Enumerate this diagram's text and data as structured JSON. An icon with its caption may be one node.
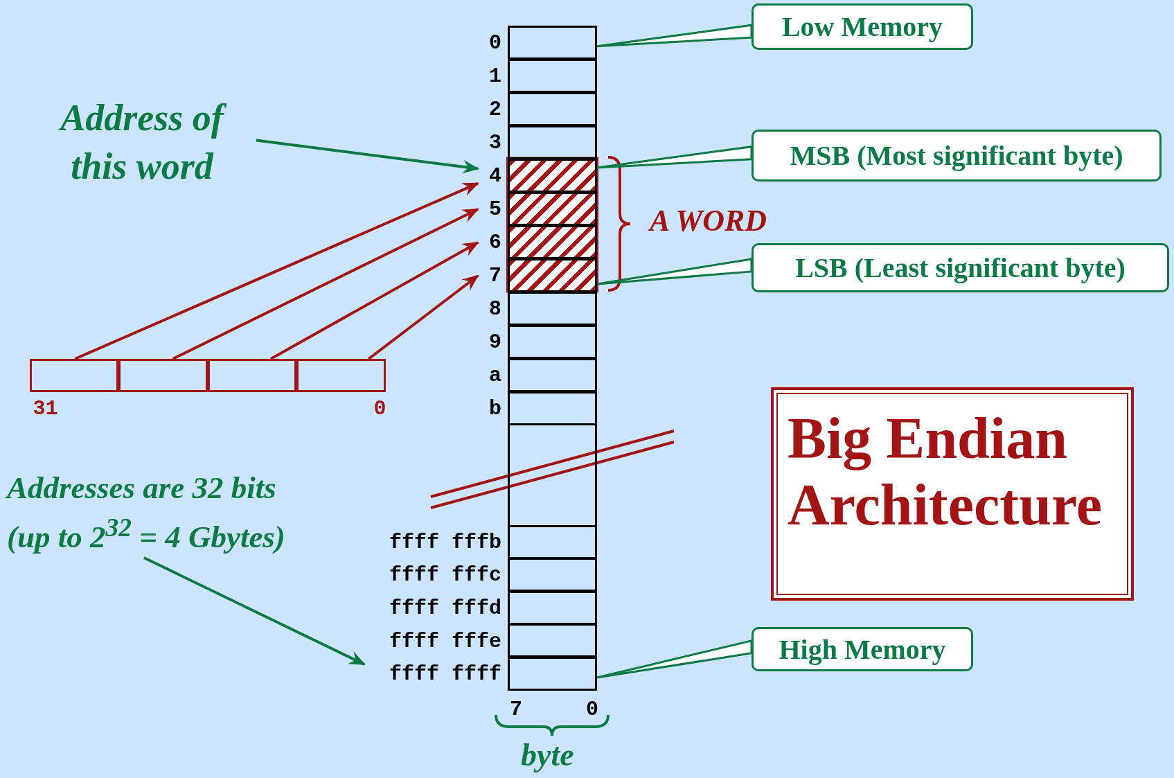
{
  "diagram": {
    "nodes": [
      {
        "text": [
          "Address of this word"
        ]
      },
      {
        "text": [
          "Low Memory"
        ]
      },
      {
        "text": [],
        "shape": "box",
        "beside": [
          "0"
        ]
      },
      {
        "text": [],
        "shape": "box",
        "beside": [
          "1"
        ]
      },
      {
        "text": [],
        "shape": "box",
        "beside": [
          "2"
        ]
      },
      {
        "text": [],
        "shape": "box",
        "beside": [
          "3"
        ]
      },
      {
        "text": [],
        "shape": "box",
        "beside": [
          "4"
        ]
      },
      {
        "text": [],
        "shape": "box",
        "beside": [
          "5"
        ]
      },
      {
        "text": [],
        "shape": "box",
        "beside": [
          "6"
        ]
      },
      {
        "text": [],
        "shape": "box",
        "beside": [
          "7"
        ]
      },
      {
        "text": [],
        "shape": "box",
        "beside": [
          "8"
        ]
      },
      {
        "text": [],
        "shape": "box",
        "beside": [
          "9"
        ]
      },
      {
        "text": [],
        "shape": "box",
        "beside": [
          "a"
        ]
      },
      {
        "text": [],
        "shape": "box",
        "beside": [
          "b"
        ]
      },
      {
        "text": [
          "MSB (Most significant byte)"
        ]
      },
      {
        "text": [
          "LSB (Least significant byte)"
        ]
      },
      {
        "text": [
          "Big Endian Architecture"
        ]
      },
      {
        "text": [],
        "shape": "box",
        "beside": [
          "31"
        ]
      },
      {
        "text": [],
        "shape": "box"
      },
      {
        "text": [],
        "shape": "box"
      },
      {
        "text": [],
        "shape": "box",
        "beside": [
          "0"
        ]
      },
      {
        "text": [
          "Addresses are 32 bits (up to 2$^{32}$ = 4 Gbytes)"
        ]
      },
      {
        "text": [],
        "shape": "box",
        "beside": [
          "ffff fffb"
        ]
      },
      {
        "text": [],
        "shape": "box",
        "beside": [
          "ffff fffc"
        ]
      },
      {
        "text": [],
        "shape": "box",
        "beside": [
          "ffff fffd"
        ]
      },
      {
        "text": [],
        "shape": "box",
        "beside": [
          "ffff fffe"
        ]
      },
      {
        "text": [],
        "shape": "box",
        "beside": [
          "ffff ffff"
        ]
      },
      {
        "text": [
          "High Memory"
        ]
      },
      {
        "text": [],
        "shape": "box"
      }
    ],
    "edges": [
      {
        "from": 0,
        "to": 6,
        "arrow": "to",
        "color": "#0b7a45"
      },
      {
        "from": 1,
        "to": 2,
        "arrow": "none",
        "color": "#0b7a45"
      },
      {
        "from": 14,
        "to": 6,
        "arrow": "none",
        "color": "#0b7a45"
      },
      {
        "from": 15,
        "to": 9,
        "arrow": "none",
        "color": "#0b7a45"
      },
      {
        "from": 17,
        "to": 6,
        "arrow": "to",
        "color": "#a31515"
      },
      {
        "from": 18,
        "to": 7,
        "arrow": "to",
        "color": "#a31515"
      },
      {
        "from": 19,
        "to": 8,
        "arrow": "to",
        "color": "#a31515"
      },
      {
        "from": 20,
        "to": 9,
        "arrow": "to",
        "color": "#a31515"
      },
      {
        "from": 21,
        "to": 26,
        "arrow": "to",
        "color": "#0b7a45"
      },
      {
        "from": 27,
        "to": 26,
        "arrow": "none",
        "color": "#0b7a45"
      }
    ],
    "labels": [
      "A WORD",
      "7",
      "0",
      "byte"
    ]
  }
}
